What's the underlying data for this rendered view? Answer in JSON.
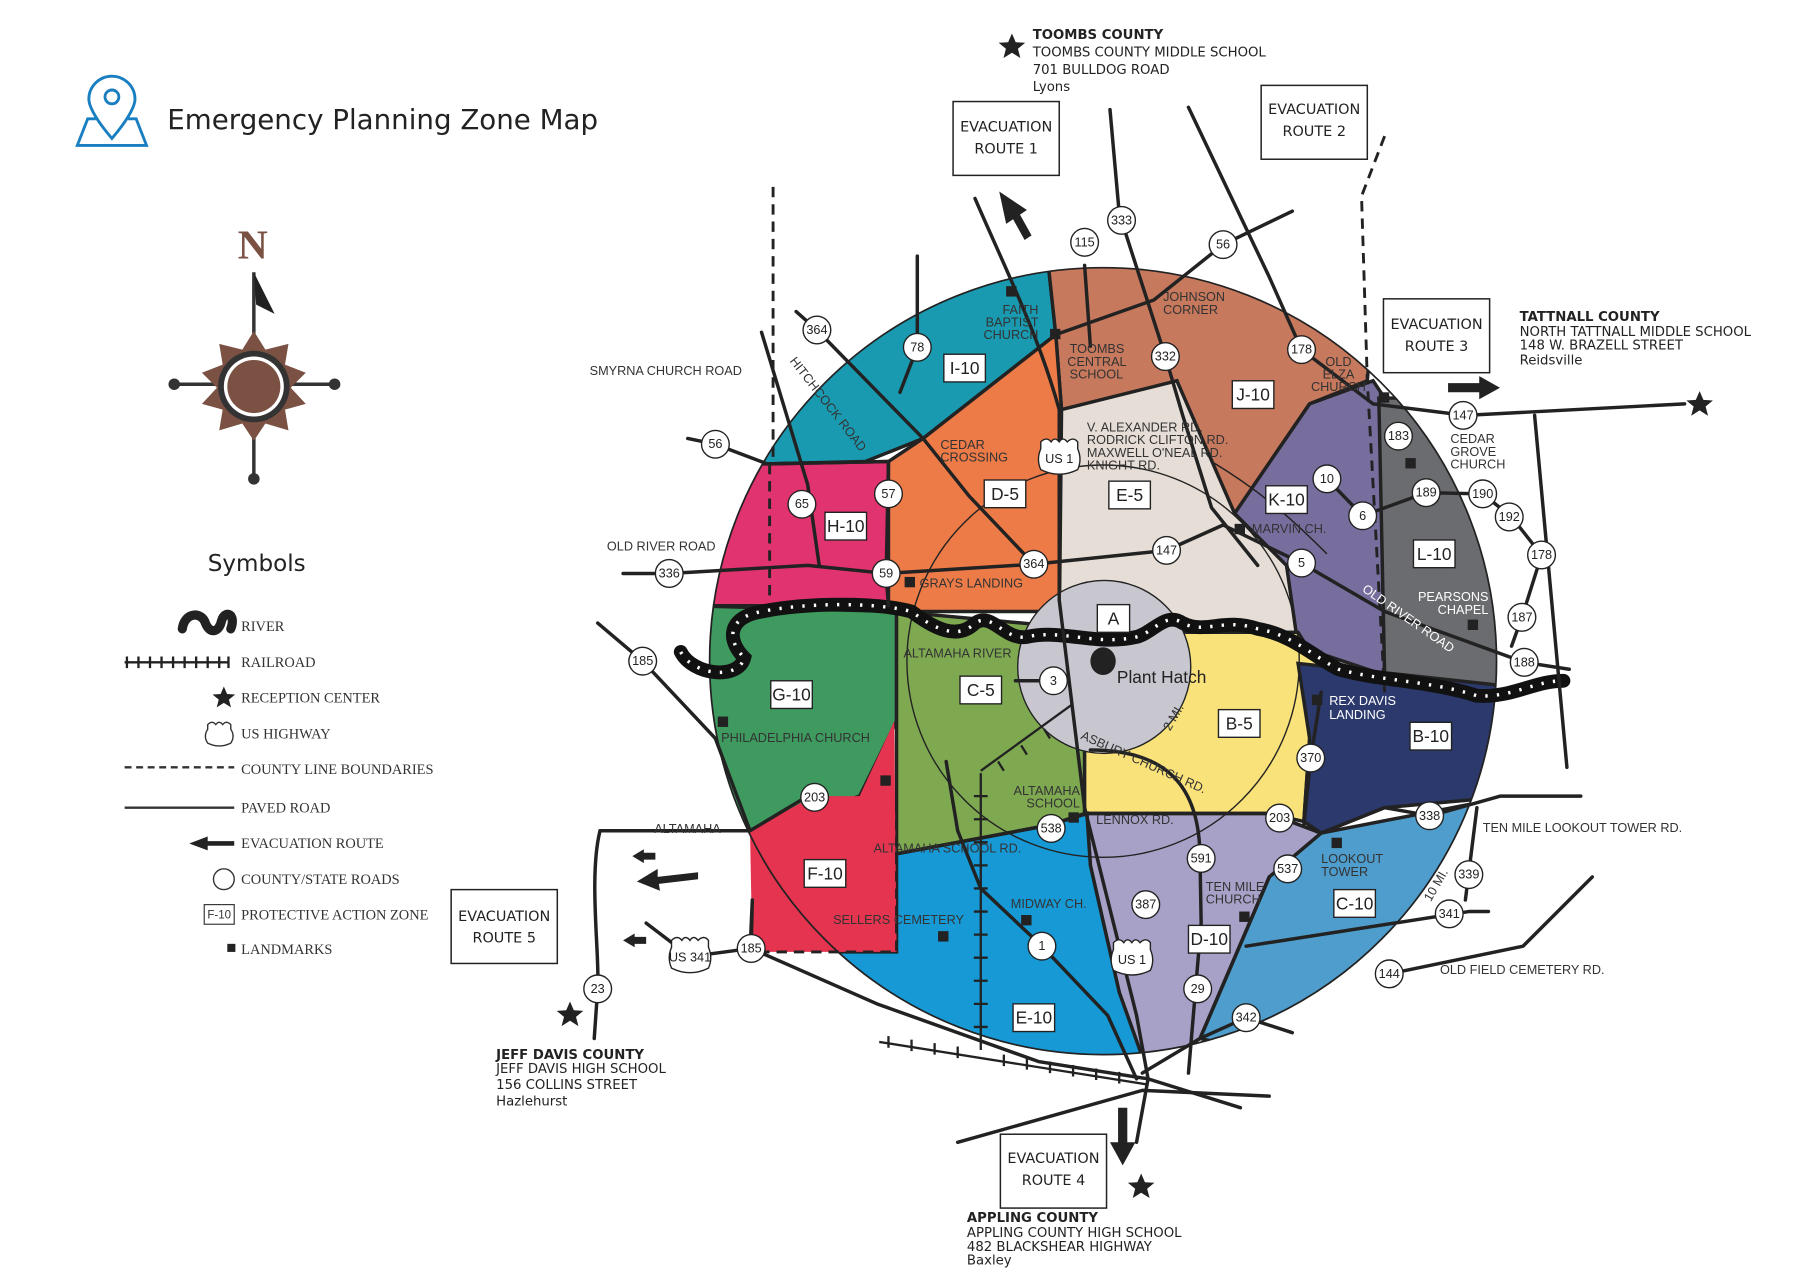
{
  "header": {
    "title": "Emergency Planning Zone Map",
    "icon": "map-pin-icon"
  },
  "compass": {
    "north_label": "N"
  },
  "legend": {
    "heading": "Symbols",
    "items": [
      "RIVER",
      "RAILROAD",
      "RECEPTION CENTER",
      "US HIGHWAY",
      "COUNTY LINE BOUNDARIES",
      "PAVED ROAD",
      "EVACUATION ROUTE",
      "COUNTY/STATE ROADS",
      "PROTECTIVE ACTION ZONE",
      "LANDMARKS"
    ],
    "zone_sample": "F-10"
  },
  "evacuation_routes": [
    {
      "line1": "EVACUATION",
      "line2": "ROUTE 1"
    },
    {
      "line1": "EVACUATION",
      "line2": "ROUTE 2"
    },
    {
      "line1": "EVACUATION",
      "line2": "ROUTE 3"
    },
    {
      "line1": "EVACUATION",
      "line2": "ROUTE 4"
    },
    {
      "line1": "EVACUATION",
      "line2": "ROUTE 5"
    }
  ],
  "reception_centers": [
    {
      "county": "TOOMBS COUNTY",
      "school": "TOOMBS COUNTY MIDDLE SCHOOL",
      "address": "701 BULLDOG ROAD",
      "city": "Lyons"
    },
    {
      "county": "TATTNALL COUNTY",
      "school": "NORTH TATTNALL MIDDLE SCHOOL",
      "address": "148 W. BRAZELL STREET",
      "city": "Reidsville"
    },
    {
      "county": "JEFF DAVIS COUNTY",
      "school": "JEFF DAVIS HIGH SCHOOL",
      "address": "156 COLLINS STREET",
      "city": "Hazlehurst"
    },
    {
      "county": "APPLING COUNTY",
      "school": "APPLING COUNTY HIGH SCHOOL",
      "address": "482 BLACKSHEAR HIGHWAY",
      "city": "Baxley"
    }
  ],
  "zones": [
    "I-10",
    "J-10",
    "H-10",
    "D-5",
    "E-5",
    "K-10",
    "L-10",
    "A",
    "G-10",
    "C-5",
    "B-5",
    "B-10",
    "F-10",
    "C-10",
    "D-10",
    "E-10"
  ],
  "zone_colors": {
    "I-10": "#1a9ab0",
    "J-10": "#c7795d",
    "H-10": "#e1336f",
    "D-5": "#ec7b48",
    "E-5": "#e6ded6",
    "K-10": "#776e9e",
    "L-10": "#6b6c6f",
    "A": "#c8c7cf",
    "G-10": "#3f9a5f",
    "C-5": "#7ea951",
    "B-5": "#fae27b",
    "B-10": "#2c396c",
    "F-10": "#e4344f",
    "C-10": "#4f9dcc",
    "D-10": "#a8a1c7",
    "E-10": "#1699d5"
  },
  "roads": [
    "115",
    "333",
    "56",
    "364",
    "78",
    "332",
    "178",
    "147",
    "183",
    "56",
    "65",
    "57",
    "10",
    "6",
    "189",
    "190",
    "192",
    "336",
    "59",
    "364",
    "147",
    "5",
    "178",
    "187",
    "188",
    "185",
    "3",
    "370",
    "203",
    "538",
    "203",
    "338",
    "591",
    "537",
    "387",
    "339",
    "341",
    "1",
    "185",
    "29",
    "144",
    "342",
    "23"
  ],
  "us_highways": [
    "US 1",
    "US 1",
    "US 341"
  ],
  "places": {
    "faith": [
      "FAITH",
      "BAPTIST",
      "CHURCH"
    ],
    "toombs_school": [
      "TOOMBS",
      "CENTRAL",
      "SCHOOL"
    ],
    "johnson": [
      "JOHNSON",
      "CORNER"
    ],
    "old_elza": [
      "OLD",
      "ELZA",
      "CHURCH"
    ],
    "smyrna": "SMYRNA CHURCH ROAD",
    "hitchcock": "HITCHCOCK ROAD",
    "cedar_crossing": [
      "CEDAR",
      "CROSSING"
    ],
    "e5_roads": [
      "V. ALEXANDER RD.",
      "RODRICK CLIFTON RD.",
      "MAXWELL O'NEAL RD.",
      "KNIGHT RD."
    ],
    "cedar_grove": [
      "CEDAR",
      "GROVE",
      "CHURCH"
    ],
    "marvin": "MARVIN CH.",
    "old_river_w": "OLD RIVER ROAD",
    "grays": "GRAYS LANDING",
    "old_river_e": "OLD RIVER ROAD",
    "pearsons": [
      "PEARSONS",
      "CHAPEL"
    ],
    "altamaha_river": "ALTAMAHA RIVER",
    "plant": "Plant Hatch",
    "two_mi": "2 MI.",
    "asbury": "ASBURY CHURCH RD.",
    "rex_davis": [
      "REX DAVIS",
      "LANDING"
    ],
    "philadelphia": "PHILADELPHIA CHURCH",
    "altamaha_school": [
      "ALTAMAHA",
      "SCHOOL"
    ],
    "lennox": "LENNOX RD.",
    "altamaha": "ALTAMAHA",
    "ten_mile_lookout": "TEN MILE LOOKOUT TOWER RD.",
    "altamaha_school_rd": "ALTAMAHA SCHOOL RD.",
    "lookout": [
      "LOOKOUT",
      "TOWER"
    ],
    "ten_mile_church": [
      "TEN MILE",
      "CHURCH"
    ],
    "midway": "MIDWAY CH.",
    "sellers": "SELLERS CEMETERY",
    "ten_mi": "10 MI.",
    "old_field": "OLD FIELD CEMETERY RD."
  }
}
